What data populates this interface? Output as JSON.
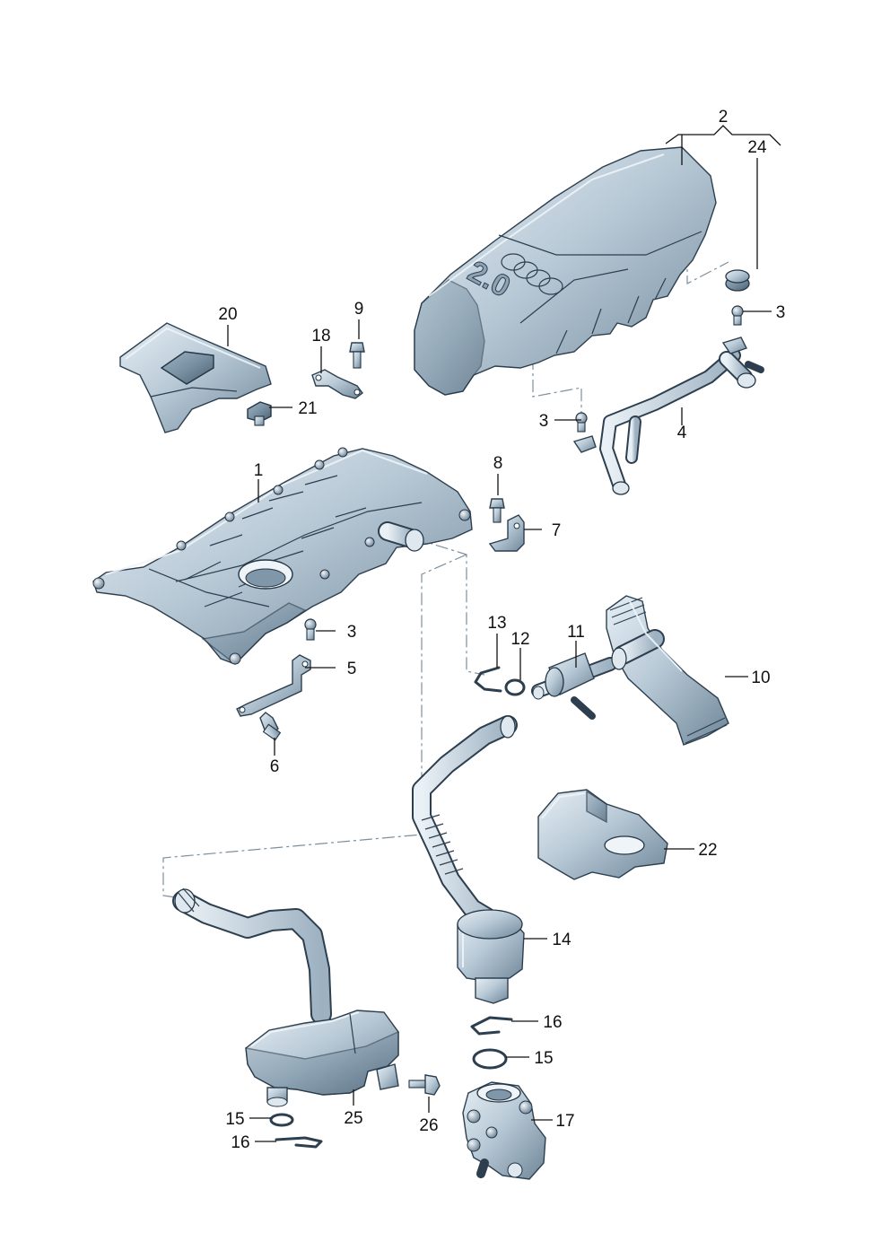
{
  "diagram": {
    "callouts": [
      {
        "id": "c2",
        "text": "2"
      },
      {
        "id": "c24",
        "text": "24"
      },
      {
        "id": "c3a",
        "text": "3"
      },
      {
        "id": "c3b",
        "text": "3"
      },
      {
        "id": "c4",
        "text": "4"
      },
      {
        "id": "c20",
        "text": "20"
      },
      {
        "id": "c9",
        "text": "9"
      },
      {
        "id": "c18",
        "text": "18"
      },
      {
        "id": "c21",
        "text": "21"
      },
      {
        "id": "c1",
        "text": "1"
      },
      {
        "id": "c8",
        "text": "8"
      },
      {
        "id": "c7",
        "text": "7"
      },
      {
        "id": "c3c",
        "text": "3"
      },
      {
        "id": "c5",
        "text": "5"
      },
      {
        "id": "c6",
        "text": "6"
      },
      {
        "id": "c13",
        "text": "13"
      },
      {
        "id": "c12",
        "text": "12"
      },
      {
        "id": "c11",
        "text": "11"
      },
      {
        "id": "c10",
        "text": "10"
      },
      {
        "id": "c22",
        "text": "22"
      },
      {
        "id": "c14",
        "text": "14"
      },
      {
        "id": "c16a",
        "text": "16"
      },
      {
        "id": "c15a",
        "text": "15"
      },
      {
        "id": "c17",
        "text": "17"
      },
      {
        "id": "c15b",
        "text": "15"
      },
      {
        "id": "c25",
        "text": "25"
      },
      {
        "id": "c26",
        "text": "26"
      },
      {
        "id": "c16b",
        "text": "16"
      }
    ],
    "cover_marking": "2.0",
    "colors": {
      "part_light": "#dfe8ef",
      "part_mid": "#a9bccb",
      "part_dark": "#5f7689",
      "outline": "#2d3f4f",
      "leader": "#111111",
      "dash": "#7d8f9e"
    }
  }
}
